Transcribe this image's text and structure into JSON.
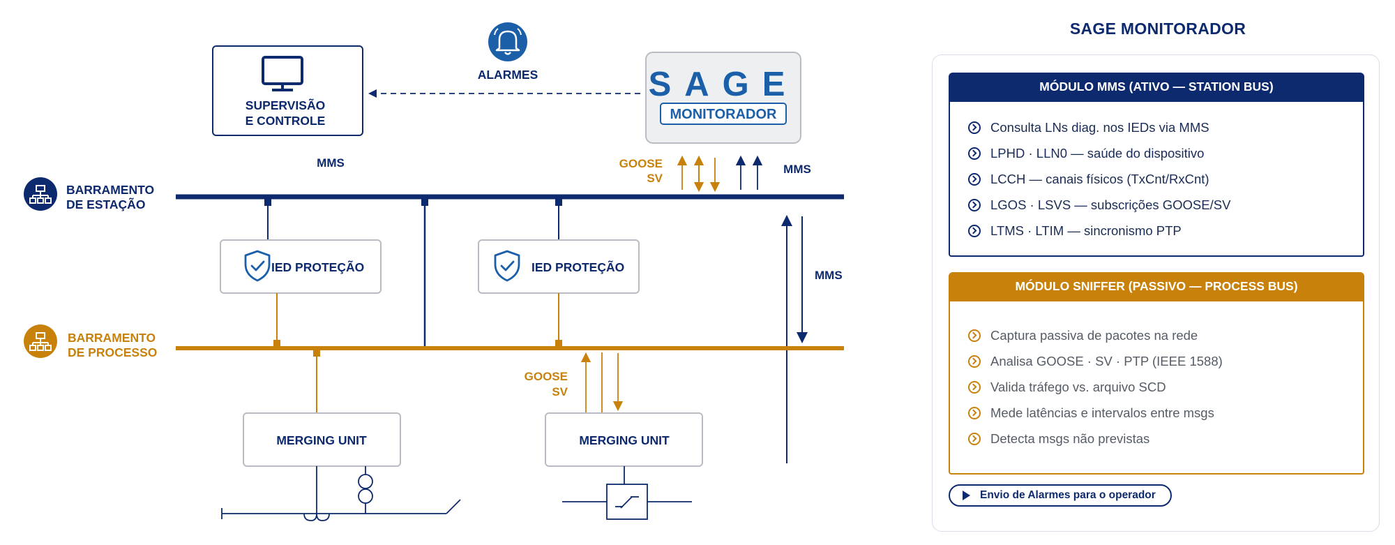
{
  "diagram": {
    "supervisao_line1": "SUPERVISÃO",
    "supervisao_line2": "E CONTROLE",
    "alarmes_label": "ALARMES",
    "sage_logo_text": "SAGE",
    "sage_logo_sub": "MONITORADOR",
    "mms_label_top_left": "MMS",
    "mms_label_top_right": "MMS",
    "mms_label_vertical": "MMS",
    "goose_label_top": "GOOSE",
    "sv_label_top": "SV",
    "goose_label_bottom": "GOOSE",
    "sv_label_bottom": "SV",
    "station_bus_line1": "BARRAMENTO",
    "station_bus_line2": "DE ESTAÇÃO",
    "process_bus_line1": "BARRAMENTO",
    "process_bus_line2": "DE PROCESSO",
    "ied_1": "IED PROTEÇÃO",
    "ied_2": "IED PROTEÇÃO",
    "mu_1": "MERGING UNIT",
    "mu_2": "MERGING UNIT"
  },
  "panel": {
    "title": "SAGE MONITORADOR",
    "mms_module": {
      "title": "MÓDULO MMS (ATIVO — STATION BUS)",
      "items": [
        "Consulta LNs diag. nos IEDs via MMS",
        "LPHD · LLN0 — saúde do dispositivo",
        "LCCH — canais físicos (TxCnt/RxCnt)",
        "LGOS · LSVS — subscrições GOOSE/SV",
        "LTMS · LTIM — sincronismo PTP"
      ]
    },
    "sniffer_module": {
      "title": "MÓDULO SNIFFER (PASSIVO — PROCESS BUS)",
      "items": [
        "Captura passiva de pacotes na rede",
        "Analisa GOOSE · SV · PTP (IEEE 1588)",
        "Valida tráfego vs. arquivo SCD",
        "Mede latências e intervalos entre msgs",
        "Detecta msgs não previstas"
      ]
    },
    "alarm_button": "Envio de Alarmes para o operador"
  },
  "colors": {
    "navy": "#0d2a6e",
    "gold": "#c8820c",
    "sage_blue": "#1b5fa8",
    "box_border": "#b9bcc2"
  },
  "icons": [
    "monitor-icon",
    "bell-icon",
    "network-icon",
    "shield-check-icon",
    "chevron-right-icon",
    "play-icon"
  ]
}
